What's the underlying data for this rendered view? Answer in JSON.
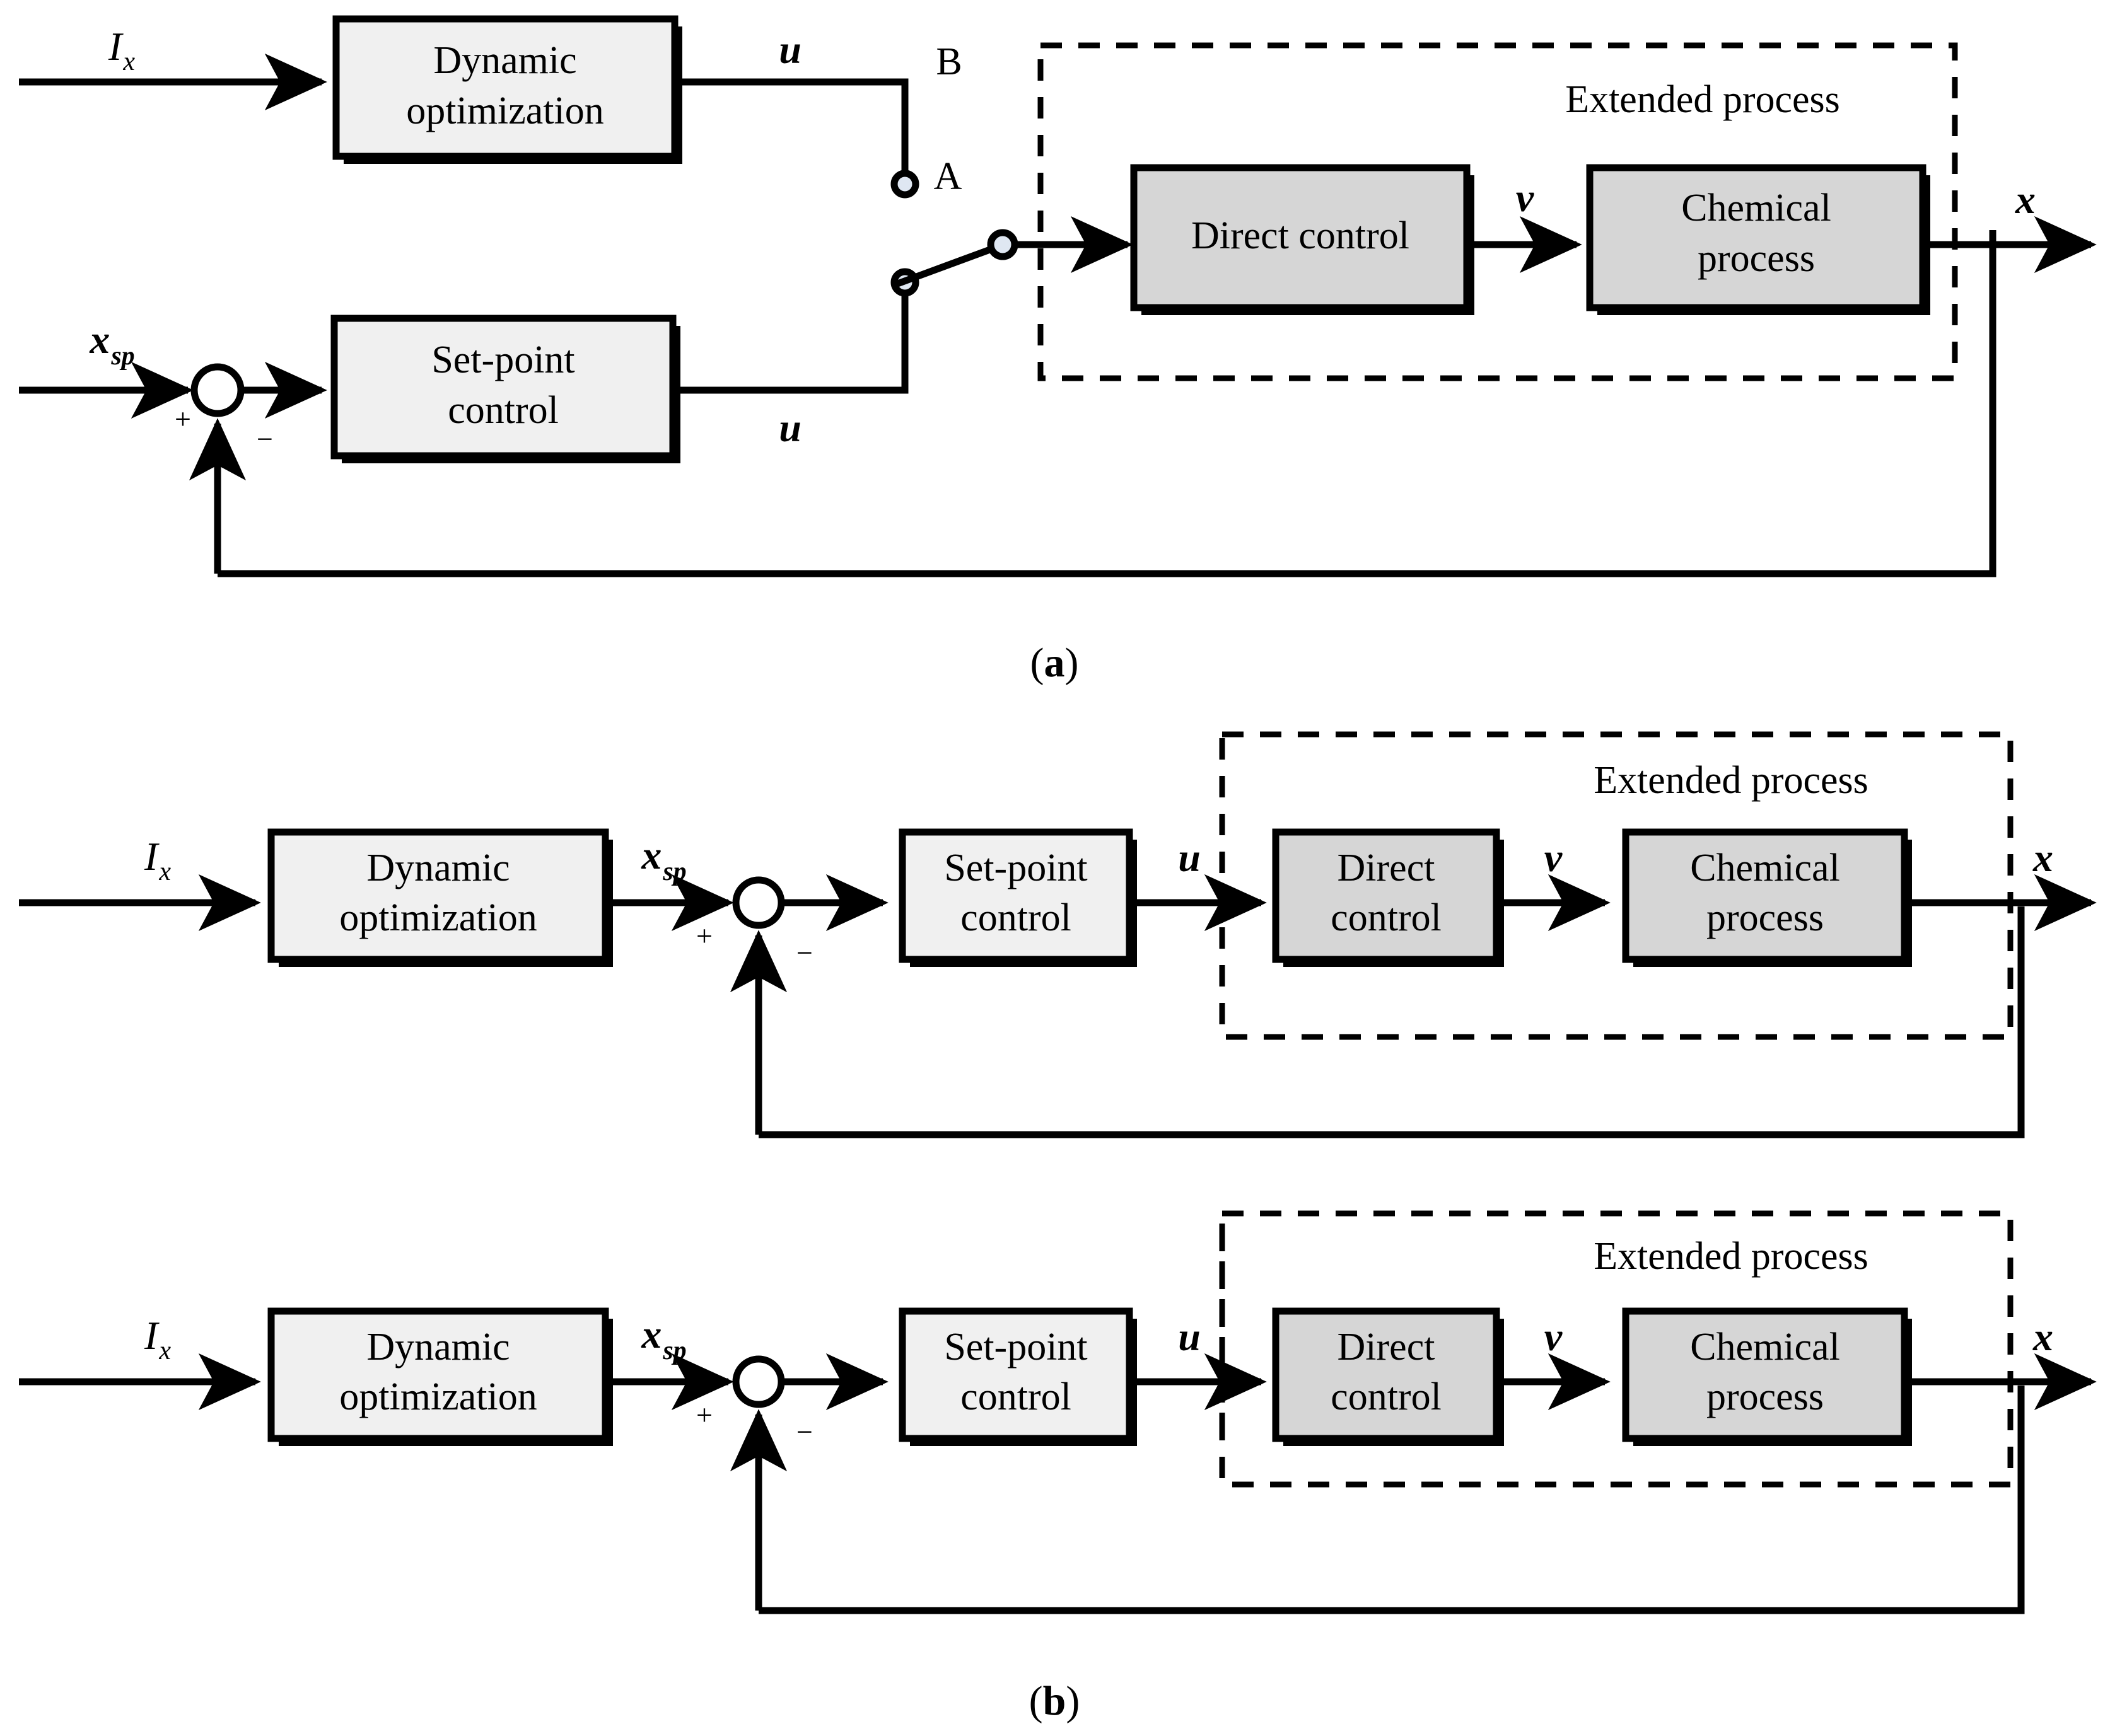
{
  "figure": {
    "title": "Control structure block diagrams",
    "captions": [
      {
        "id": "caption-a",
        "paren_open": "(",
        "letter": "a",
        "paren_close": ")"
      },
      {
        "id": "caption-b",
        "paren_open": "(",
        "letter": "b",
        "paren_close": ")"
      }
    ]
  },
  "panel_a": {
    "blocks": [
      {
        "name": "dynamic-optimization",
        "line1": "Dynamic",
        "line2": "optimization",
        "fill": "#f0f0f0"
      },
      {
        "name": "set-point-control",
        "line1": "Set-point",
        "line2": "control",
        "fill": "#f0f0f0"
      },
      {
        "name": "direct-control",
        "line1": "Direct control",
        "line2": "",
        "fill": "#d6d6d6"
      },
      {
        "name": "chemical-process",
        "line1": "Chemical",
        "line2": "process",
        "fill": "#d6d6d6"
      }
    ],
    "extended_process_label": "Extended process",
    "switch": {
      "terminal_b_label": "B",
      "terminal_a_label": "A",
      "selected_terminal": "A"
    },
    "signals": {
      "input_disturbance": "I",
      "input_disturbance_sub": "x",
      "setpoint": "x",
      "setpoint_sub": "sp",
      "manipulated_top": "u",
      "manipulated_bottom": "u",
      "intermediate": "v",
      "output": "x"
    },
    "summing_junction": {
      "name": "summing-junction-a",
      "plus_sign": "+",
      "minus_sign": "−"
    }
  },
  "panel_b_top": {
    "blocks": [
      {
        "name": "dynamic-optimization",
        "line1": "Dynamic",
        "line2": "optimization",
        "fill": "#f0f0f0"
      },
      {
        "name": "set-point-control",
        "line1": "Set-point",
        "line2": "control",
        "fill": "#f0f0f0"
      },
      {
        "name": "direct-control",
        "line1": "Direct",
        "line2": "control",
        "fill": "#d6d6d6"
      },
      {
        "name": "chemical-process",
        "line1": "Chemical",
        "line2": "process",
        "fill": "#d6d6d6"
      }
    ],
    "extended_process_label": "Extended process",
    "signals": {
      "input_disturbance": "I",
      "input_disturbance_sub": "x",
      "setpoint": "x",
      "setpoint_sub": "sp",
      "manipulated": "u",
      "intermediate": "v",
      "output": "x"
    },
    "summing_junction": {
      "name": "summing-junction-b-top",
      "plus_sign": "+",
      "minus_sign": "−"
    }
  },
  "panel_b_bottom": {
    "blocks": [
      {
        "name": "dynamic-optimization",
        "line1": "Dynamic",
        "line2": "optimization",
        "fill": "#f0f0f0"
      },
      {
        "name": "set-point-control",
        "line1": "Set-point",
        "line2": "control",
        "fill": "#f0f0f0"
      },
      {
        "name": "direct-control",
        "line1": "Direct",
        "line2": "control",
        "fill": "#d6d6d6"
      },
      {
        "name": "chemical-process",
        "line1": "Chemical",
        "line2": "process",
        "fill": "#d6d6d6"
      }
    ],
    "extended_process_label": "Extended process",
    "signals": {
      "input_disturbance": "I",
      "input_disturbance_sub": "x",
      "setpoint": "x",
      "setpoint_sub": "sp",
      "manipulated": "u",
      "intermediate": "v",
      "output": "x"
    },
    "summing_junction": {
      "name": "summing-junction-b-bottom",
      "plus_sign": "+",
      "minus_sign": "−"
    }
  },
  "colors": {
    "background": "#ffffff",
    "line": "#000000",
    "block_light": "#f0f0f0",
    "block_gray": "#d6d6d6",
    "terminal_fill": "#dfe7f2"
  }
}
